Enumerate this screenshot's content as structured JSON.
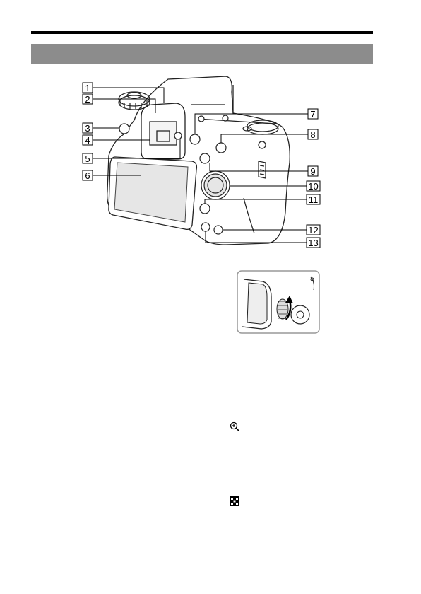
{
  "callouts": [
    {
      "num": "1"
    },
    {
      "num": "2"
    },
    {
      "num": "3"
    },
    {
      "num": "4"
    },
    {
      "num": "5"
    },
    {
      "num": "6"
    },
    {
      "num": "7"
    },
    {
      "num": "8"
    },
    {
      "num": "9"
    },
    {
      "num": "10"
    },
    {
      "num": "11"
    },
    {
      "num": "12"
    },
    {
      "num": "13"
    }
  ],
  "icons": {
    "zoom": "zoom-in-icon",
    "index": "image-index-icon"
  }
}
